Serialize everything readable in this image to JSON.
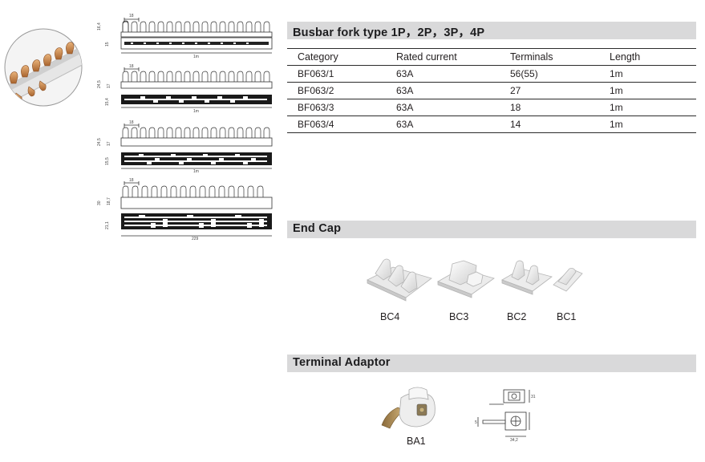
{
  "busbar": {
    "title": "Busbar fork type 1P，2P，3P，4P",
    "columns": [
      "Category",
      "Rated current",
      "Terminals",
      "Length"
    ],
    "rows": [
      [
        "BF063/1",
        "63A",
        "56(55)",
        "1m"
      ],
      [
        "BF063/2",
        "63A",
        "27",
        "1m"
      ],
      [
        "BF063/3",
        "63A",
        "18",
        "1m"
      ],
      [
        "BF063/4",
        "63A",
        "14",
        "1m"
      ]
    ]
  },
  "end_cap": {
    "title": "End Cap",
    "labels": [
      "BC4",
      "BC3",
      "BC2",
      "BC1"
    ]
  },
  "terminal_adaptor": {
    "title": "Terminal Adaptor",
    "label": "BA1"
  },
  "drawings": {
    "d1": {
      "pitch": "18",
      "h1": "16,4",
      "h2": "15",
      "length": "1m"
    },
    "d2": {
      "pitch": "18",
      "h1": "24,5",
      "h2": "17",
      "h3": "15,4",
      "length": "1m"
    },
    "d3": {
      "pitch": "18",
      "h1": "24,5",
      "h2": "17",
      "h3": "15,5",
      "length": "1m"
    },
    "d4": {
      "pitch": "18",
      "h1": "30",
      "h2": "18,7",
      "h3": "21,1",
      "length": "229"
    },
    "adaptor": {
      "w": "34,2",
      "h": "31",
      "d": "5"
    }
  },
  "colors": {
    "header_bg": "#d9d9da",
    "copper": "#c98a4e",
    "text": "#231f20"
  }
}
